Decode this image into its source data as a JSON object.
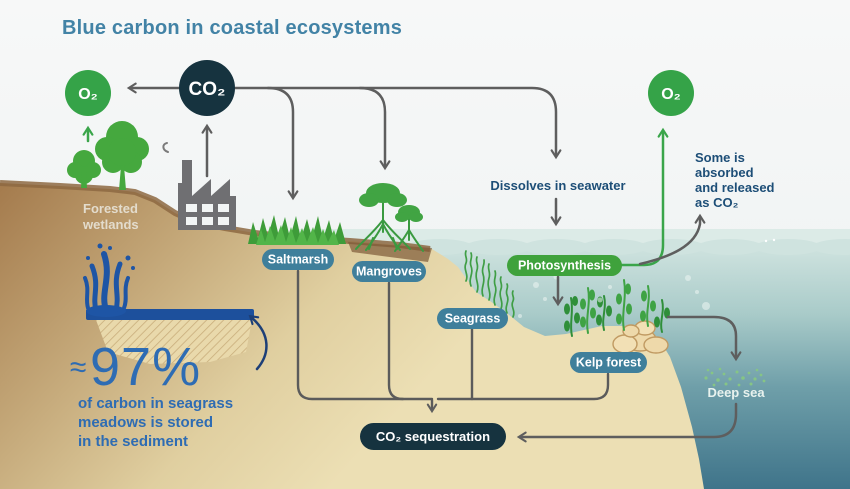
{
  "title": "Blue carbon in coastal ecosystems",
  "nodes": {
    "co2": "CO₂",
    "o2_left": "O₂",
    "o2_right": "O₂",
    "photosynthesis": "Photosynthesis",
    "co2_sequestration": "CO₂ sequestration"
  },
  "pills": {
    "saltmarsh": "Saltmarsh",
    "mangroves": "Mangroves",
    "seagrass": "Seagrass",
    "kelp_forest": "Kelp forest"
  },
  "annotations": {
    "dissolves": "Dissolves in seawater",
    "absorbed": {
      "line1": "Some is",
      "line2": "absorbed",
      "line3": "and released",
      "line4": "as CO₂"
    },
    "forested_wetlands": {
      "line1": "Forested",
      "line2": "wetlands"
    },
    "deep_sea": "Deep sea"
  },
  "stat": {
    "approx": "≈",
    "value": "97%",
    "caption_line1": "of carbon in seagrass",
    "caption_line2": "meadows is stored",
    "caption_line3": "in the sediment"
  },
  "colors": {
    "title_teal": "#4283a6",
    "co2_node": "#16333f",
    "o2_node": "#35a348",
    "pill_teal": "#3f7f9b",
    "photosynthesis_green": "#3fa23c",
    "sequestration_navy": "#16333f",
    "arrow_gray": "#5e5e5e",
    "arrow_green": "#3aa54a",
    "stat_blue": "#2e6cb3",
    "navy_text": "#1d4e77",
    "land_brown": "#a57c4e",
    "sand_light": "#ecdfb4",
    "water_top": "#cfe3df",
    "water_deep": "#3f748a",
    "sediment_bar_blue": "#1d509c"
  }
}
